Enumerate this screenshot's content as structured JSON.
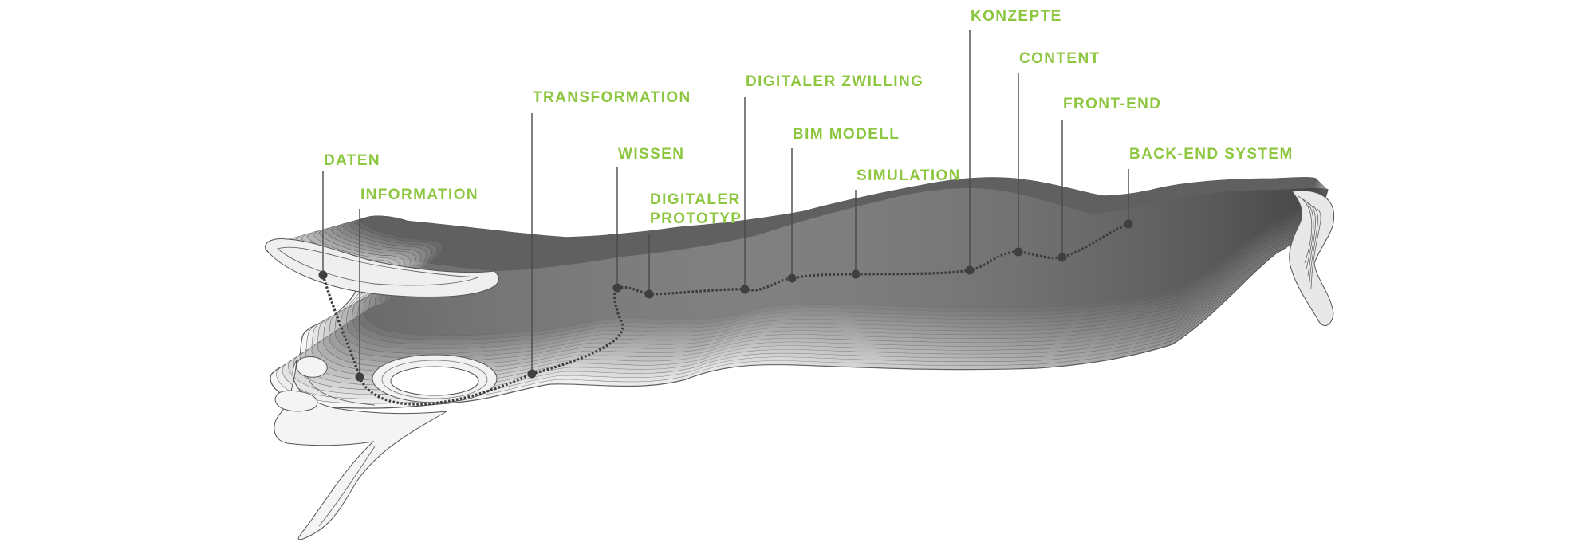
{
  "colors": {
    "label": "#8dc63f",
    "node": "#3f3f3f",
    "contour_stroke": "#555555",
    "terrain_light": "#f6f6f6",
    "terrain_dark": "#6e6e6e"
  },
  "stations": [
    {
      "id": "daten",
      "label_lines": [
        "DATEN"
      ]
    },
    {
      "id": "information",
      "label_lines": [
        "INFORMATION"
      ]
    },
    {
      "id": "transformation",
      "label_lines": [
        "TRANSFORMATION"
      ]
    },
    {
      "id": "wissen",
      "label_lines": [
        "WISSEN"
      ]
    },
    {
      "id": "digitaler-prototyp",
      "label_lines": [
        "DIGITALER",
        "PROTOTYP"
      ]
    },
    {
      "id": "digitaler-zwilling",
      "label_lines": [
        "DIGITALER ZWILLING"
      ]
    },
    {
      "id": "bim-modell",
      "label_lines": [
        "BIM MODELL"
      ]
    },
    {
      "id": "simulation",
      "label_lines": [
        "SIMULATION"
      ]
    },
    {
      "id": "konzepte",
      "label_lines": [
        "KONZEPTE"
      ]
    },
    {
      "id": "content",
      "label_lines": [
        "CONTENT"
      ]
    },
    {
      "id": "front-end",
      "label_lines": [
        "FRONT-END"
      ]
    },
    {
      "id": "back-end-system",
      "label_lines": [
        "BACK-END SYSTEM"
      ]
    }
  ]
}
